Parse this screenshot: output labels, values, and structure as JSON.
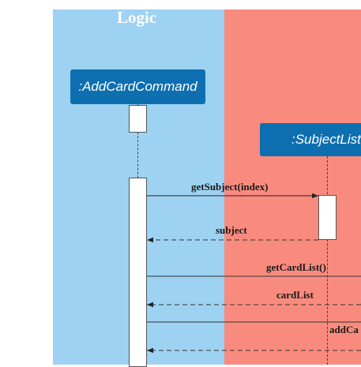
{
  "regions": {
    "logic_title": "Logic"
  },
  "participants": {
    "add_card_command": ":AddCardCommand",
    "subject_list": ":SubjectList"
  },
  "messages": {
    "get_subject": "getSubject(index)",
    "subject_return": "subject",
    "get_card_list": "getCardList()",
    "card_list_return": "cardList",
    "add_card": "addCa"
  },
  "colors": {
    "logic_region": "#9dd2f2",
    "model_region": "#f98b7e",
    "participant": "#0e6fb0"
  }
}
